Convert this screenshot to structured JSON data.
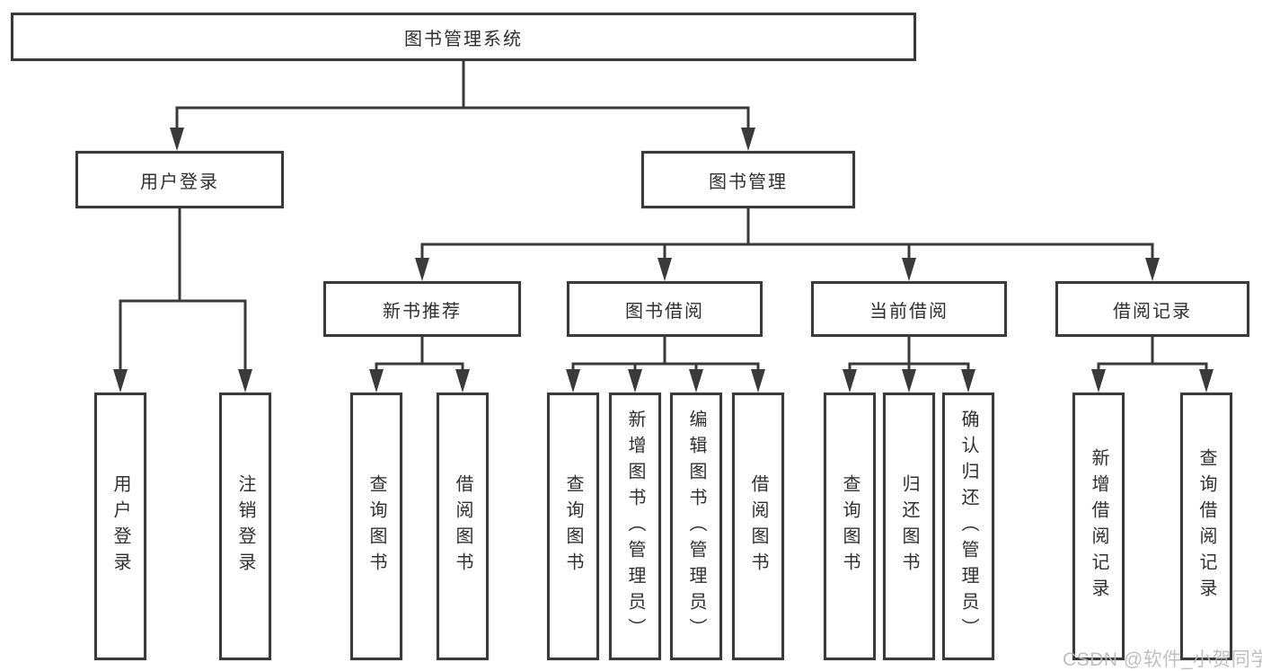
{
  "diagram": {
    "background": "#ffffff",
    "line_color": "#3a3a3a",
    "border_color": "#3a3a3a",
    "text_color": "#2f2f2f",
    "watermark": "CSDN @软件_小贺同学",
    "nodes": {
      "root": {
        "label": "图书管理系统"
      },
      "user_login": {
        "label": "用户登录"
      },
      "book_mgmt": {
        "label": "图书管理"
      },
      "new_book_rec": {
        "label": "新书推荐"
      },
      "book_borrow": {
        "label": "图书借阅"
      },
      "current_borrow": {
        "label": "当前借阅"
      },
      "borrow_record": {
        "label": "借阅记录"
      },
      "leaf_user_login": {
        "label": "用户登录"
      },
      "leaf_logout": {
        "label": "注销登录"
      },
      "leaf_query_book_1": {
        "label": "查询图书"
      },
      "leaf_borrow_book_1": {
        "label": "借阅图书"
      },
      "leaf_query_book_2": {
        "label": "查询图书"
      },
      "leaf_add_book": {
        "label": "新增图书（管理员）"
      },
      "leaf_edit_book": {
        "label": "编辑图书（管理员）"
      },
      "leaf_borrow_book_2": {
        "label": "借阅图书"
      },
      "leaf_query_book_3": {
        "label": "查询图书"
      },
      "leaf_return_book": {
        "label": "归还图书"
      },
      "leaf_confirm_return": {
        "label": "确认归还（管理员）"
      },
      "leaf_add_record": {
        "label": "新增借阅记录"
      },
      "leaf_query_record": {
        "label": "查询借阅记录"
      }
    }
  }
}
